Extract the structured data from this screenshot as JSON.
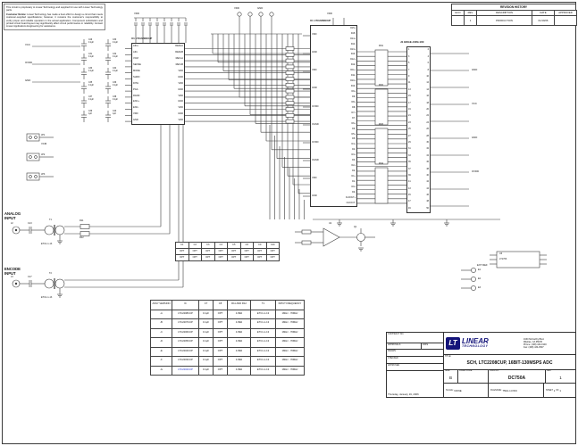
{
  "notices": {
    "p1": "This circuit is proprietary to Linear Technology and supplied for use with Linear Technology parts.",
    "p2_lead": "Customer Notice:",
    "p2": "Linear Technology has made a best effort to design a circuit that meets customer-supplied specifications; however, it remains the customer's responsibility to verify proper and reliable operation in the actual application. Component substitution and printed circuit board layout may significantly affect circuit performance or reliability. Contact Linear Applications Engineering for assistance."
  },
  "revision_history": {
    "title": "REVISION HISTORY",
    "headers": [
      "ECO",
      "REV",
      "DESCRIPTION",
      "DATE",
      "APPROVED"
    ],
    "row": [
      "",
      "1",
      "PRODUCTION",
      "01/19/06",
      ""
    ]
  },
  "ic": {
    "ref": "U1",
    "part": "LTC2208CUP",
    "left_pins_l": [
      "AIN+",
      "AIN-",
      "VCM",
      "SENSE",
      "MODE",
      "SHDN",
      "DITH",
      "PGA",
      "RAND",
      "ENC+",
      "ENC-",
      "VDD",
      "GND"
    ],
    "left_pins_r": [
      "REFHA",
      "REFHB",
      "REFLA",
      "REFLB",
      "VDD",
      "GND",
      "VDD",
      "GND",
      "VDD",
      "GND",
      "VDD",
      "GND",
      "VDD"
    ],
    "right_pins_l": [
      "VDD",
      "GND",
      "VDD",
      "GND",
      "OVDD",
      "OGND",
      "OVDD",
      "OGND",
      "VDD",
      "GND"
    ],
    "right_pins_r": [
      "D15+",
      "D15-",
      "D14+",
      "D14-",
      "D13+",
      "D13-",
      "D12+",
      "D12-",
      "D11+",
      "D11-",
      "D10+",
      "D10-",
      "D9+",
      "D9-",
      "D8+",
      "D8-",
      "D7+",
      "D7-",
      "D6+",
      "D6-",
      "D5+",
      "D5-",
      "D4+",
      "D4-",
      "D3+",
      "D3-",
      "D2+",
      "D2-",
      "D1+",
      "D1-",
      "D0+",
      "D0-",
      "CLKOUT+",
      "CLKOUT-"
    ]
  },
  "connector": {
    "ref": "J1",
    "part": "EDGE-CON-100",
    "pins_l": [
      "1",
      "3",
      "5",
      "7",
      "9",
      "11",
      "13",
      "15",
      "17",
      "19",
      "21",
      "23",
      "25",
      "27",
      "29",
      "31",
      "33",
      "35",
      "37",
      "39",
      "41",
      "43",
      "45",
      "47",
      "49"
    ],
    "pins_r": [
      "2",
      "4",
      "6",
      "8",
      "10",
      "12",
      "14",
      "16",
      "18",
      "20",
      "22",
      "24",
      "26",
      "28",
      "30",
      "32",
      "34",
      "36",
      "38",
      "40",
      "42",
      "44",
      "46",
      "48",
      "50"
    ]
  },
  "nets": {
    "vdd": "VDD",
    "vcc": "VCC",
    "gnd": "GND",
    "ovdd": "OVDD",
    "vcm": "VCM",
    "ext_ref": "EXT REF"
  },
  "inputs": {
    "analog_l1": "ANALOG",
    "analog_l2": "INPUT",
    "encode_l1": "ENCODE",
    "encode_l2": "INPUT",
    "j2": "J2",
    "j3": "J3",
    "c13": "C13",
    "c17": "C17",
    "t1": "T1",
    "t2": "T2",
    "t_part": "ETC1-1-13",
    "r11": "R11",
    "r12": "R12"
  },
  "misc": {
    "u2": "U2",
    "q1": "Q1",
    "u3": "U3",
    "u3_part": "LT1763",
    "rn1": "RN1",
    "rn2": "RN2",
    "rn3": "RN3",
    "rn4": "RN4",
    "jp1": "JP1",
    "jp2": "JP2",
    "jp3": "JP3",
    "e1": "E1",
    "e2": "E2",
    "e3": "E3"
  },
  "caps": [
    {
      "n": "C29",
      "v": "0.1μF"
    },
    {
      "n": "C30",
      "v": "0.1μF"
    },
    {
      "n": "C31",
      "v": "0.1μF"
    },
    {
      "n": "C32",
      "v": "0.1μF"
    },
    {
      "n": "C33",
      "v": "0.1μF"
    },
    {
      "n": "C34",
      "v": "0.1μF"
    },
    {
      "n": "C35",
      "v": "0.1μF"
    },
    {
      "n": "C36",
      "v": "0.1μF"
    },
    {
      "n": "C37",
      "v": "0.1μF"
    },
    {
      "n": "C38",
      "v": "0.1μF"
    },
    {
      "n": "C39",
      "v": "1μF"
    },
    {
      "n": "C40",
      "v": "1μF"
    }
  ],
  "options_table": {
    "headers": [
      "C1",
      "C2",
      "C3",
      "C4",
      "C5",
      "C6",
      "C9",
      "C10"
    ],
    "rows": [
      [
        "OPT",
        "OPT",
        "OPT",
        "OPT",
        "OPT",
        "OPT",
        "OPT",
        "OPT"
      ],
      [
        "OPT",
        "OPT",
        "OPT",
        "OPT",
        "OPT",
        "OPT",
        "OPT",
        "OPT"
      ]
    ]
  },
  "assembly_table": {
    "headers": [
      "ASSY VERSION",
      "IC",
      "C7",
      "C8",
      "R11 AND R12",
      "T1",
      "INPUT FREQUENCY"
    ],
    "rows": [
      [
        "-A",
        "LTC2208CUP",
        "0.1μF",
        "OPT",
        "4.99Ω",
        "ETC1-1-13",
        "1MHz - 70MHz"
      ],
      [
        "-B",
        "LTC2207CUP",
        "0.1μF",
        "OPT",
        "4.99Ω",
        "ETC1-1-13",
        "1MHz - 70MHz"
      ],
      [
        "-C",
        "LTC2206CUP",
        "0.1μF",
        "OPT",
        "4.99Ω",
        "ETC1-1-13",
        "1MHz - 70MHz"
      ],
      [
        "-D",
        "LTC2205CUP",
        "0.1μF",
        "OPT",
        "4.99Ω",
        "ETC1-1-13",
        "1MHz - 70MHz"
      ],
      [
        "-E",
        "LTC2204CUP",
        "0.1μF",
        "OPT",
        "4.99Ω",
        "ETC1-1-13",
        "1MHz - 70MHz"
      ],
      [
        "-F",
        "LTC2203CUP",
        "0.1μF",
        "OPT",
        "4.99Ω",
        "ETC1-1-13",
        "1MHz - 70MHz"
      ],
      [
        "-G",
        "LTC2202CUP",
        "0.1μF",
        "OPT",
        "4.99Ω",
        "ETC1-1-13",
        "1MHz - 70MHz"
      ]
    ]
  },
  "title_block": {
    "contract": "CONTRACT NO.",
    "approvals": "APPROVALS",
    "date": "DATE",
    "drawn": "DRAWN",
    "checked": "CHECKED",
    "approved": "APPROVED",
    "lt": "LT",
    "company1": "LINEAR",
    "company2": "TECHNOLOGY",
    "addr1": "1630 McCarthy Blvd.",
    "addr2": "Milpitas, CA 95035",
    "addr3": "Phone: (408) 432-1900",
    "addr4": "Fax: (408) 434-0507",
    "title_label": "TITLE:",
    "title": "SCH, LTC2208CUP, 16BIT-130MSPS ADC",
    "size_label": "SIZE",
    "size": "B",
    "cage_label": "CAGE CODE",
    "dwg_label": "DWG NO.",
    "dwg": "DC750A",
    "rev_label": "REV",
    "rev": "1",
    "scale_label": "SCALE:",
    "scale": "NONE",
    "file_label": "FILENAME:",
    "file": "750A-1.DSN",
    "sheet_label": "SHEET",
    "sheet": "1",
    "of": "OF",
    "total": "1",
    "printed": "Thursday, January 19, 2006"
  }
}
